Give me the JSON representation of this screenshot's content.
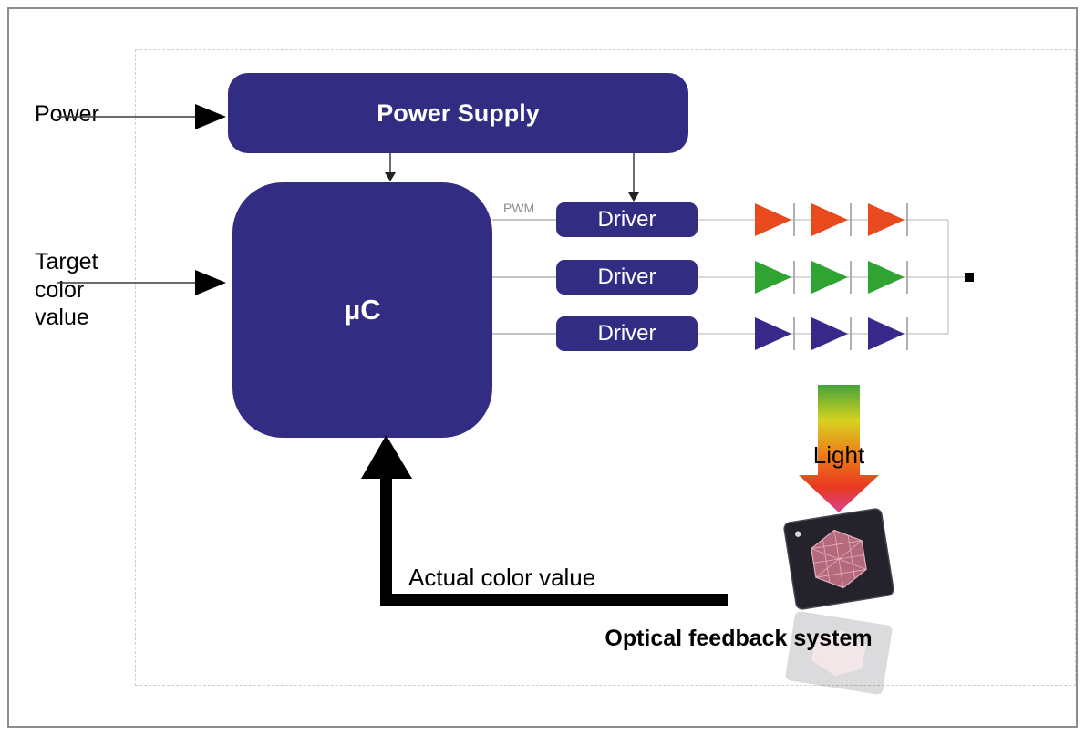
{
  "diagram": {
    "inputs": {
      "power_label": "Power",
      "target_label": "Target color value"
    },
    "blocks": {
      "power_supply": "Power Supply",
      "microcontroller": "µC",
      "drivers": [
        "Driver",
        "Driver",
        "Driver"
      ]
    },
    "signals": {
      "pwm": "PWM",
      "light": "Light",
      "actual_color": "Actual color value"
    },
    "footer": {
      "optical_feedback": "Optical feedback system"
    },
    "colors": {
      "block_navy": "#322d83",
      "led_red": "#e8491d",
      "led_green": "#2fa433",
      "led_blue": "#38288a",
      "connector_gray": "#b0b0b0",
      "rainbow_green": "#45a33b",
      "rainbow_yellow": "#d6d21f",
      "rainbow_orange": "#ef7c1a",
      "rainbow_red": "#e8391f",
      "rainbow_magenta": "#d9418d"
    }
  }
}
